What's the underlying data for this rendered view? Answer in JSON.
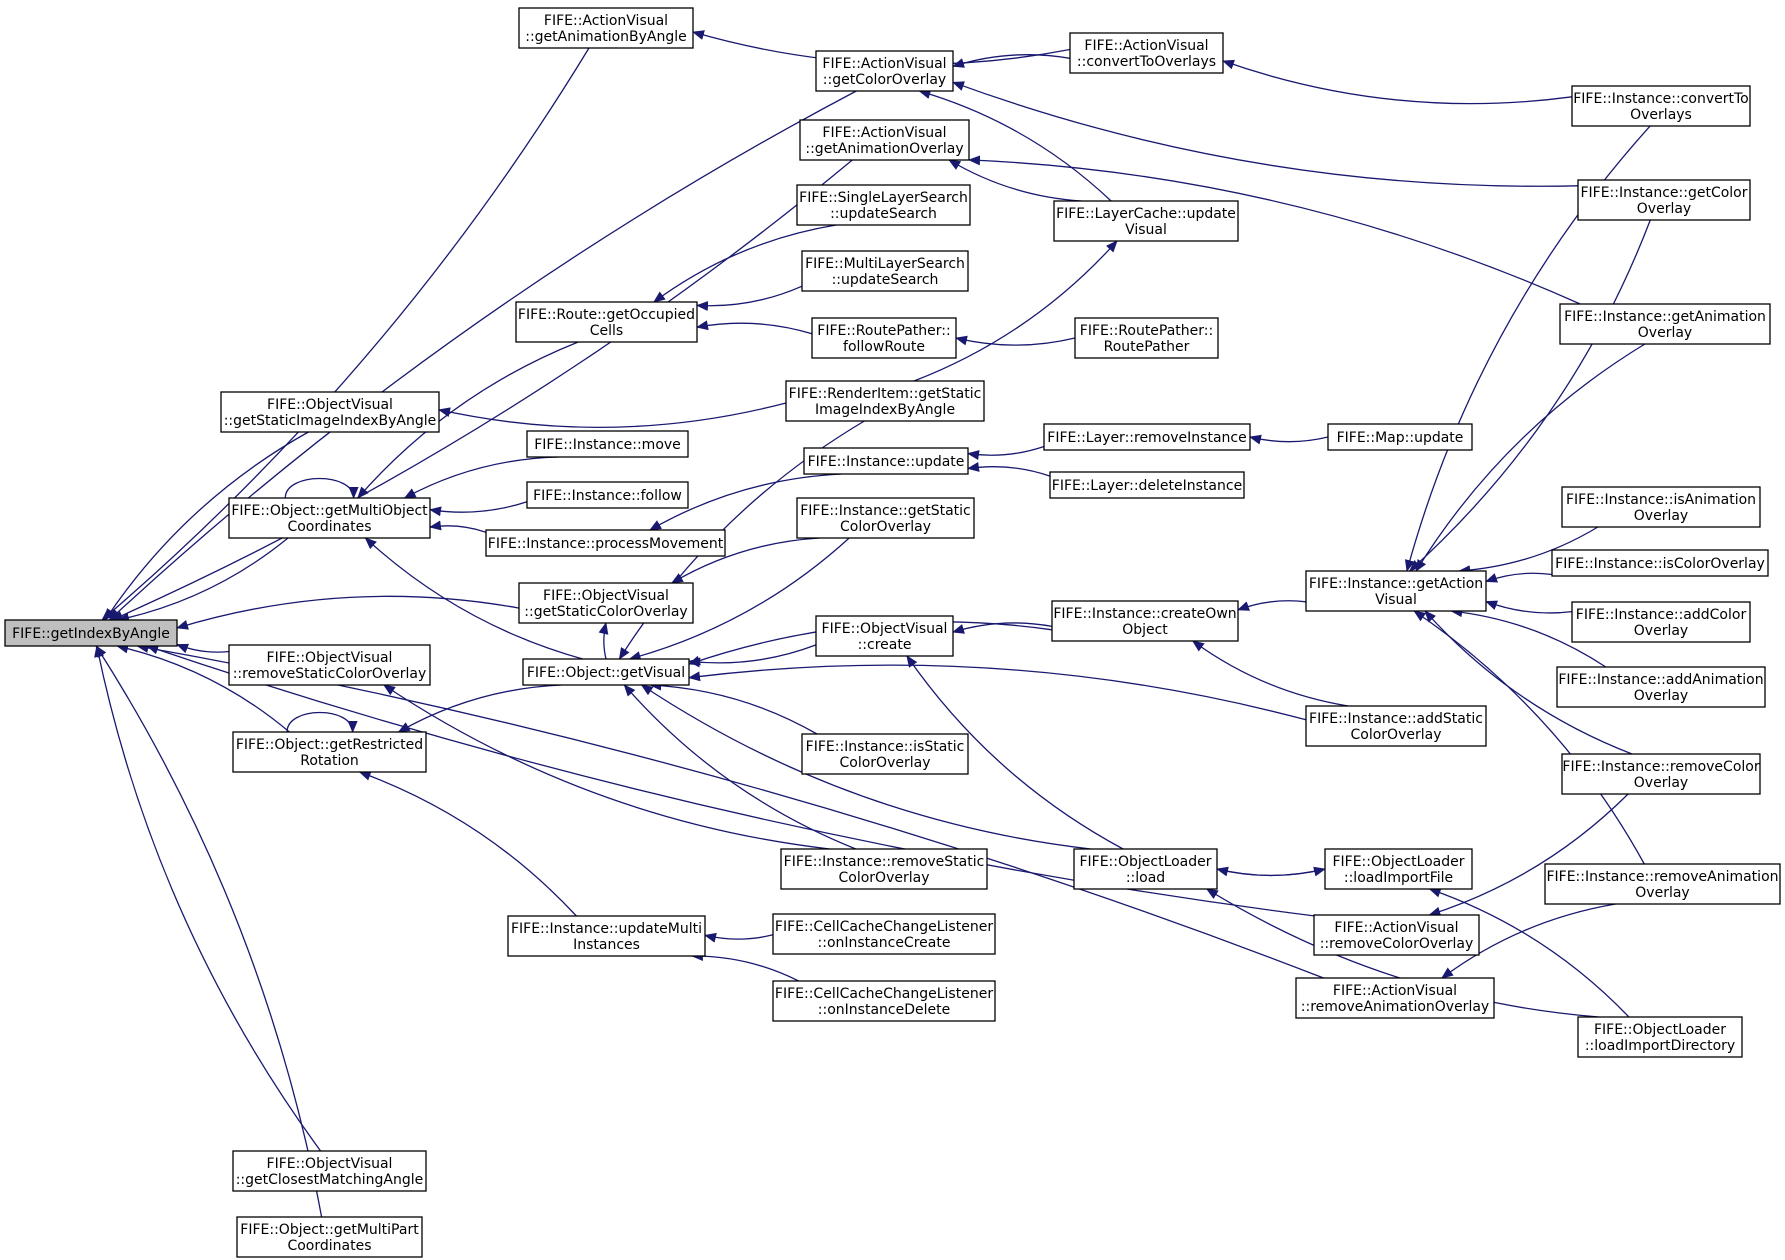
{
  "root": "fife-getindexbyangle",
  "colors": {
    "edge": "#191970",
    "node_border": "#000000",
    "root_fill": "#bfbfbf",
    "node_fill": "#ffffff"
  },
  "nodes": [
    {
      "id": "fife-getindexbyangle",
      "lines": [
        "FIFE::getIndexByAngle"
      ]
    },
    {
      "id": "av-getanimationbyangle",
      "lines": [
        "FIFE::ActionVisual",
        "::getAnimationByAngle"
      ]
    },
    {
      "id": "av-getcoloroverlay",
      "lines": [
        "FIFE::ActionVisual",
        "::getColorOverlay"
      ]
    },
    {
      "id": "av-getanimationoverlay",
      "lines": [
        "FIFE::ActionVisual",
        "::getAnimationOverlay"
      ]
    },
    {
      "id": "av-converttooverlays",
      "lines": [
        "FIFE::ActionVisual",
        "::convertToOverlays"
      ]
    },
    {
      "id": "inst-converttooverlays",
      "lines": [
        "FIFE::Instance::convertTo",
        "Overlays"
      ]
    },
    {
      "id": "inst-getcoloroverlay",
      "lines": [
        "FIFE::Instance::getColor",
        "Overlay"
      ]
    },
    {
      "id": "inst-getanimationoverlay",
      "lines": [
        "FIFE::Instance::getAnimation",
        "Overlay"
      ]
    },
    {
      "id": "singlelayersearch-updatesearch",
      "lines": [
        "FIFE::SingleLayerSearch",
        "::updateSearch"
      ]
    },
    {
      "id": "multilayersearch-updatesearch",
      "lines": [
        "FIFE::MultiLayerSearch",
        "::updateSearch"
      ]
    },
    {
      "id": "layercache-updatevisual",
      "lines": [
        "FIFE::LayerCache::update",
        "Visual"
      ]
    },
    {
      "id": "route-getoccupiedcells",
      "lines": [
        "FIFE::Route::getOccupied",
        "Cells"
      ]
    },
    {
      "id": "routepather-followroute",
      "lines": [
        "FIFE::RoutePather::",
        "followRoute"
      ]
    },
    {
      "id": "routepather-routepather",
      "lines": [
        "FIFE::RoutePather::",
        "RoutePather"
      ]
    },
    {
      "id": "ov-getstaticimageindexbyangle",
      "lines": [
        "FIFE::ObjectVisual",
        "::getStaticImageIndexByAngle"
      ]
    },
    {
      "id": "renderitem-getstaticimageindexbyangle",
      "lines": [
        "FIFE::RenderItem::getStatic",
        "ImageIndexByAngle"
      ]
    },
    {
      "id": "inst-move",
      "lines": [
        "FIFE::Instance::move"
      ]
    },
    {
      "id": "inst-update",
      "lines": [
        "FIFE::Instance::update"
      ]
    },
    {
      "id": "layer-removeinstance",
      "lines": [
        "FIFE::Layer::removeInstance"
      ]
    },
    {
      "id": "map-update",
      "lines": [
        "FIFE::Map::update"
      ]
    },
    {
      "id": "inst-follow",
      "lines": [
        "FIFE::Instance::follow"
      ]
    },
    {
      "id": "layer-deleteinstance",
      "lines": [
        "FIFE::Layer::deleteInstance"
      ]
    },
    {
      "id": "obj-getmultiobjectcoordinates",
      "lines": [
        "FIFE::Object::getMultiObject",
        "Coordinates"
      ]
    },
    {
      "id": "inst-processmovement",
      "lines": [
        "FIFE::Instance::processMovement"
      ]
    },
    {
      "id": "inst-getstaticcoloroverlay",
      "lines": [
        "FIFE::Instance::getStatic",
        "ColorOverlay"
      ]
    },
    {
      "id": "inst-isanimationoverlay",
      "lines": [
        "FIFE::Instance::isAnimation",
        "Overlay"
      ]
    },
    {
      "id": "inst-iscoloroverlay",
      "lines": [
        "FIFE::Instance::isColorOverlay"
      ]
    },
    {
      "id": "inst-getactionvisual",
      "lines": [
        "FIFE::Instance::getAction",
        "Visual"
      ]
    },
    {
      "id": "ov-getstaticcoloroverlay",
      "lines": [
        "FIFE::ObjectVisual",
        "::getStaticColorOverlay"
      ]
    },
    {
      "id": "inst-createownobject",
      "lines": [
        "FIFE::Instance::createOwn",
        "Object"
      ]
    },
    {
      "id": "inst-addcoloroverlay",
      "lines": [
        "FIFE::Instance::addColor",
        "Overlay"
      ]
    },
    {
      "id": "ov-create",
      "lines": [
        "FIFE::ObjectVisual",
        "::create"
      ]
    },
    {
      "id": "ov-removestaticcoloroverlay",
      "lines": [
        "FIFE::ObjectVisual",
        "::removeStaticColorOverlay"
      ]
    },
    {
      "id": "obj-getvisual",
      "lines": [
        "FIFE::Object::getVisual"
      ]
    },
    {
      "id": "inst-addanimationoverlay",
      "lines": [
        "FIFE::Instance::addAnimation",
        "Overlay"
      ]
    },
    {
      "id": "inst-addstaticcoloroverlay",
      "lines": [
        "FIFE::Instance::addStatic",
        "ColorOverlay"
      ]
    },
    {
      "id": "obj-getrestrictedrotation",
      "lines": [
        "FIFE::Object::getRestricted",
        "Rotation"
      ]
    },
    {
      "id": "inst-isstaticcoloroverlay",
      "lines": [
        "FIFE::Instance::isStatic",
        "ColorOverlay"
      ]
    },
    {
      "id": "inst-removecoloroverlay",
      "lines": [
        "FIFE::Instance::removeColor",
        "Overlay"
      ]
    },
    {
      "id": "inst-removestaticcoloroverlay",
      "lines": [
        "FIFE::Instance::removeStatic",
        "ColorOverlay"
      ]
    },
    {
      "id": "objectloader-load",
      "lines": [
        "FIFE::ObjectLoader",
        "::load"
      ]
    },
    {
      "id": "objectloader-loadimportfile",
      "lines": [
        "FIFE::ObjectLoader",
        "::loadImportFile"
      ]
    },
    {
      "id": "inst-removeanimationoverlay",
      "lines": [
        "FIFE::Instance::removeAnimation",
        "Overlay"
      ]
    },
    {
      "id": "inst-updatemultiinstances",
      "lines": [
        "FIFE::Instance::updateMulti",
        "Instances"
      ]
    },
    {
      "id": "cccl-oninstancecreate",
      "lines": [
        "FIFE::CellCacheChangeListener",
        "::onInstanceCreate"
      ]
    },
    {
      "id": "av-removecoloroverlay",
      "lines": [
        "FIFE::ActionVisual",
        "::removeColorOverlay"
      ]
    },
    {
      "id": "cccl-oninstancedelete",
      "lines": [
        "FIFE::CellCacheChangeListener",
        "::onInstanceDelete"
      ]
    },
    {
      "id": "av-removeanimationoverlay",
      "lines": [
        "FIFE::ActionVisual",
        "::removeAnimationOverlay"
      ]
    },
    {
      "id": "objectloader-loadimportdirectory",
      "lines": [
        "FIFE::ObjectLoader",
        "::loadImportDirectory"
      ]
    },
    {
      "id": "ov-getclosestmatchingangle",
      "lines": [
        "FIFE::ObjectVisual",
        "::getClosestMatchingAngle"
      ]
    },
    {
      "id": "obj-getmultipartcoordinates",
      "lines": [
        "FIFE::Object::getMultiPart",
        "Coordinates"
      ]
    }
  ],
  "edges": [
    {
      "from": "av-getanimationbyangle",
      "to": "fife-getindexbyangle"
    },
    {
      "from": "av-getcoloroverlay",
      "to": "fife-getindexbyangle"
    },
    {
      "from": "av-getanimationoverlay",
      "to": "fife-getindexbyangle"
    },
    {
      "from": "ov-getstaticimageindexbyangle",
      "to": "fife-getindexbyangle"
    },
    {
      "from": "obj-getmultiobjectcoordinates",
      "to": "fife-getindexbyangle"
    },
    {
      "from": "ov-getstaticcoloroverlay",
      "to": "fife-getindexbyangle"
    },
    {
      "from": "ov-removestaticcoloroverlay",
      "to": "fife-getindexbyangle"
    },
    {
      "from": "obj-getrestrictedrotation",
      "to": "fife-getindexbyangle"
    },
    {
      "from": "av-removecoloroverlay",
      "to": "fife-getindexbyangle"
    },
    {
      "from": "av-removeanimationoverlay",
      "to": "fife-getindexbyangle"
    },
    {
      "from": "ov-getclosestmatchingangle",
      "to": "fife-getindexbyangle"
    },
    {
      "from": "obj-getmultipartcoordinates",
      "to": "fife-getindexbyangle"
    },
    {
      "from": "av-converttooverlays",
      "to": "av-getanimationbyangle"
    },
    {
      "from": "av-converttooverlays",
      "to": "av-getcoloroverlay"
    },
    {
      "from": "inst-getcoloroverlay",
      "to": "av-getcoloroverlay"
    },
    {
      "from": "layercache-updatevisual",
      "to": "av-getcoloroverlay"
    },
    {
      "from": "inst-converttooverlays",
      "to": "av-converttooverlays"
    },
    {
      "from": "inst-getanimationoverlay",
      "to": "av-getanimationoverlay"
    },
    {
      "from": "layercache-updatevisual",
      "to": "av-getanimationoverlay"
    },
    {
      "from": "renderitem-getstaticimageindexbyangle",
      "to": "layercache-updatevisual"
    },
    {
      "from": "renderitem-getstaticimageindexbyangle",
      "to": "ov-getstaticimageindexbyangle"
    },
    {
      "from": "singlelayersearch-updatesearch",
      "to": "route-getoccupiedcells"
    },
    {
      "from": "multilayersearch-updatesearch",
      "to": "route-getoccupiedcells"
    },
    {
      "from": "routepather-followroute",
      "to": "route-getoccupiedcells"
    },
    {
      "from": "routepather-routepather",
      "to": "routepather-followroute"
    },
    {
      "from": "route-getoccupiedcells",
      "to": "obj-getmultiobjectcoordinates"
    },
    {
      "from": "obj-getmultiobjectcoordinates",
      "to": "obj-getmultiobjectcoordinates",
      "self": true
    },
    {
      "from": "inst-move",
      "to": "obj-getmultiobjectcoordinates"
    },
    {
      "from": "inst-follow",
      "to": "obj-getmultiobjectcoordinates"
    },
    {
      "from": "inst-processmovement",
      "to": "obj-getmultiobjectcoordinates"
    },
    {
      "from": "obj-getvisual",
      "to": "obj-getmultiobjectcoordinates"
    },
    {
      "from": "inst-update",
      "to": "inst-processmovement"
    },
    {
      "from": "layer-removeinstance",
      "to": "inst-update"
    },
    {
      "from": "layer-deleteinstance",
      "to": "inst-update"
    },
    {
      "from": "map-update",
      "to": "layer-removeinstance"
    },
    {
      "from": "inst-getstaticcoloroverlay",
      "to": "ov-getstaticcoloroverlay"
    },
    {
      "from": "obj-getvisual",
      "to": "ov-getstaticcoloroverlay"
    },
    {
      "from": "renderitem-getstaticimageindexbyangle",
      "to": "obj-getvisual"
    },
    {
      "from": "inst-getstaticcoloroverlay",
      "to": "obj-getvisual"
    },
    {
      "from": "inst-createownobject",
      "to": "obj-getvisual"
    },
    {
      "from": "ov-create",
      "to": "obj-getvisual"
    },
    {
      "from": "inst-isstaticcoloroverlay",
      "to": "obj-getvisual"
    },
    {
      "from": "inst-removestaticcoloroverlay",
      "to": "obj-getvisual"
    },
    {
      "from": "inst-addstaticcoloroverlay",
      "to": "obj-getvisual"
    },
    {
      "from": "objectloader-load",
      "to": "obj-getvisual"
    },
    {
      "from": "inst-createownobject",
      "to": "ov-create"
    },
    {
      "from": "objectloader-load",
      "to": "ov-create"
    },
    {
      "from": "inst-getactionvisual",
      "to": "inst-createownobject"
    },
    {
      "from": "inst-addstaticcoloroverlay",
      "to": "inst-createownobject"
    },
    {
      "from": "inst-converttooverlays",
      "to": "inst-getactionvisual"
    },
    {
      "from": "inst-getcoloroverlay",
      "to": "inst-getactionvisual"
    },
    {
      "from": "inst-getanimationoverlay",
      "to": "inst-getactionvisual"
    },
    {
      "from": "inst-isanimationoverlay",
      "to": "inst-getactionvisual"
    },
    {
      "from": "inst-iscoloroverlay",
      "to": "inst-getactionvisual"
    },
    {
      "from": "inst-addcoloroverlay",
      "to": "inst-getactionvisual"
    },
    {
      "from": "inst-addanimationoverlay",
      "to": "inst-getactionvisual"
    },
    {
      "from": "inst-removecoloroverlay",
      "to": "inst-getactionvisual"
    },
    {
      "from": "inst-removeanimationoverlay",
      "to": "inst-getactionvisual"
    },
    {
      "from": "inst-removestaticcoloroverlay",
      "to": "ov-removestaticcoloroverlay"
    },
    {
      "from": "obj-getvisual",
      "to": "obj-getrestrictedrotation"
    },
    {
      "from": "obj-getrestrictedrotation",
      "to": "obj-getrestrictedrotation",
      "self": true
    },
    {
      "from": "inst-updatemultiinstances",
      "to": "obj-getrestrictedrotation"
    },
    {
      "from": "cccl-oninstancecreate",
      "to": "inst-updatemultiinstances"
    },
    {
      "from": "cccl-oninstancedelete",
      "to": "inst-updatemultiinstances"
    },
    {
      "from": "objectloader-loadimportfile",
      "to": "objectloader-load"
    },
    {
      "from": "objectloader-load",
      "to": "objectloader-loadimportfile"
    },
    {
      "from": "objectloader-loadimportdirectory",
      "to": "objectloader-load"
    },
    {
      "from": "objectloader-loadimportdirectory",
      "to": "objectloader-loadimportfile"
    },
    {
      "from": "inst-removecoloroverlay",
      "to": "av-removecoloroverlay"
    },
    {
      "from": "inst-removeanimationoverlay",
      "to": "av-removeanimationoverlay"
    }
  ]
}
